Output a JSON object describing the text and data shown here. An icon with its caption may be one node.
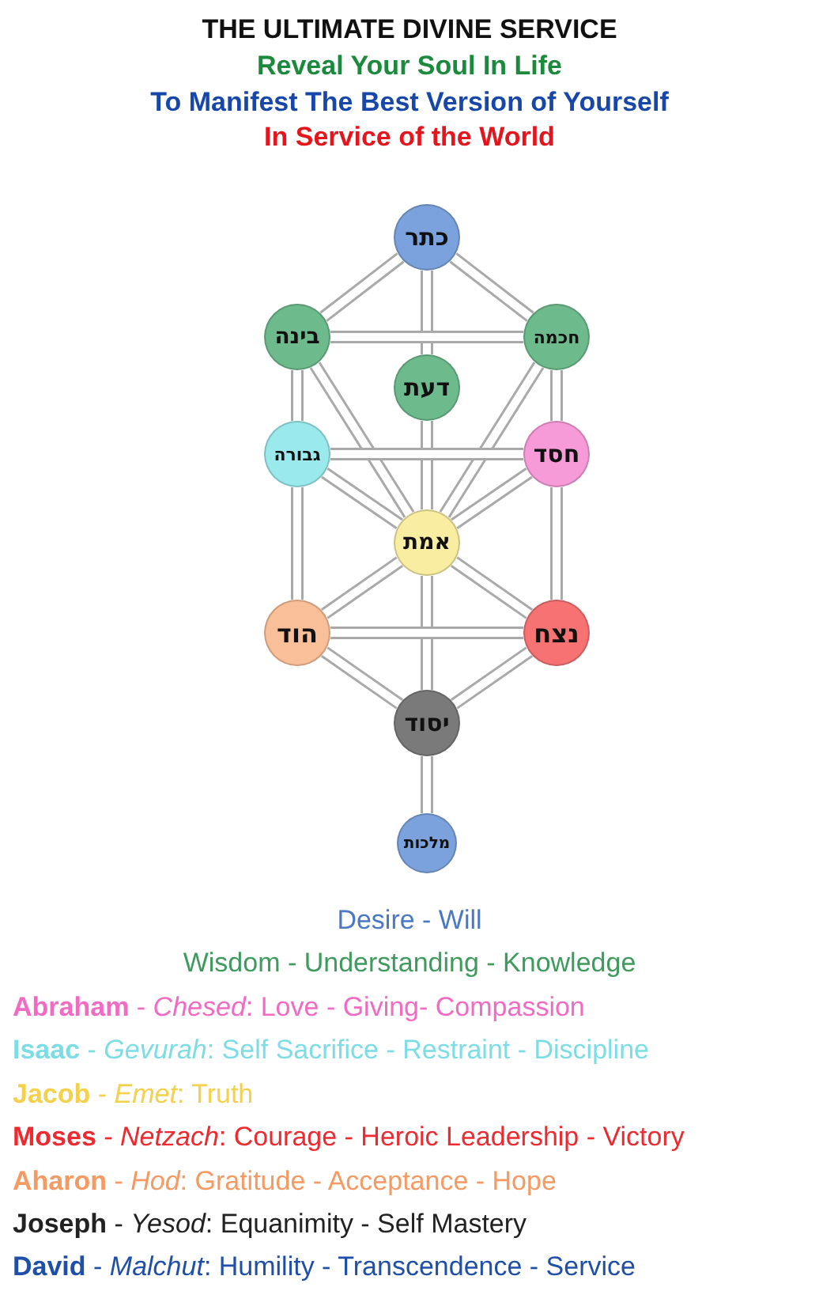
{
  "diagram": {
    "title": "THE ULTIMATE DIVINE SERVICE",
    "nodes": [
      {
        "text": [
          "כתר"
        ]
      },
      {
        "text": [
          "בינה"
        ]
      },
      {
        "text": [
          "חכמה"
        ]
      },
      {
        "text": [
          "דעת"
        ]
      },
      {
        "text": [
          "גבורה"
        ]
      },
      {
        "text": [
          "חסד"
        ]
      },
      {
        "text": [
          "אמת"
        ]
      },
      {
        "text": [
          "הוד"
        ]
      },
      {
        "text": [
          "נצח"
        ]
      },
      {
        "text": [
          "יסוד"
        ]
      },
      {
        "text": [
          "מלכות"
        ]
      }
    ],
    "edges": [
      {
        "from": 0,
        "to": 1,
        "arrow": "none"
      },
      {
        "from": 0,
        "to": 2,
        "arrow": "none"
      },
      {
        "from": 0,
        "to": 3,
        "arrow": "none"
      },
      {
        "from": 1,
        "to": 2,
        "arrow": "none"
      },
      {
        "from": 1,
        "to": 4,
        "arrow": "none"
      },
      {
        "from": 2,
        "to": 5,
        "arrow": "none"
      },
      {
        "from": 1,
        "to": 6,
        "arrow": "none"
      },
      {
        "from": 2,
        "to": 6,
        "arrow": "none"
      },
      {
        "from": 3,
        "to": 6,
        "arrow": "none"
      },
      {
        "from": 4,
        "to": 5,
        "arrow": "none"
      },
      {
        "from": 4,
        "to": 6,
        "arrow": "none"
      },
      {
        "from": 5,
        "to": 6,
        "arrow": "none"
      },
      {
        "from": 4,
        "to": 7,
        "arrow": "none"
      },
      {
        "from": 5,
        "to": 8,
        "arrow": "none"
      },
      {
        "from": 6,
        "to": 7,
        "arrow": "none"
      },
      {
        "from": 6,
        "to": 8,
        "arrow": "none"
      },
      {
        "from": 6,
        "to": 9,
        "arrow": "none"
      },
      {
        "from": 7,
        "to": 8,
        "arrow": "none"
      },
      {
        "from": 7,
        "to": 9,
        "arrow": "none"
      },
      {
        "from": 8,
        "to": 9,
        "arrow": "none"
      },
      {
        "from": 9,
        "to": 10,
        "arrow": "none"
      }
    ],
    "labels": [
      "Reveal Your Soul In Life",
      "To Manifest The Best Version of Yourself",
      "In Service of the World",
      "Desire - Will",
      "Wisdom - Understanding - Knowledge",
      "**Abraham** - *Chesed*: Love - Giving- Compassion",
      "**Isaac** - *Gevurah*: Self Sacrifice - Restraint - Discipline",
      "**Jacob** - *Emet*: Truth",
      "**Moses** - *Netzach*: Courage - Heroic Leadership - Victory",
      "**Aharon** - *Hod*: Gratitude - Acceptance - Hope",
      "**Joseph** - *Yesod*: Equanimity - Self Mastery",
      "**David** - *Malchut*: Humility -  Transcendence - Service"
    ]
  }
}
